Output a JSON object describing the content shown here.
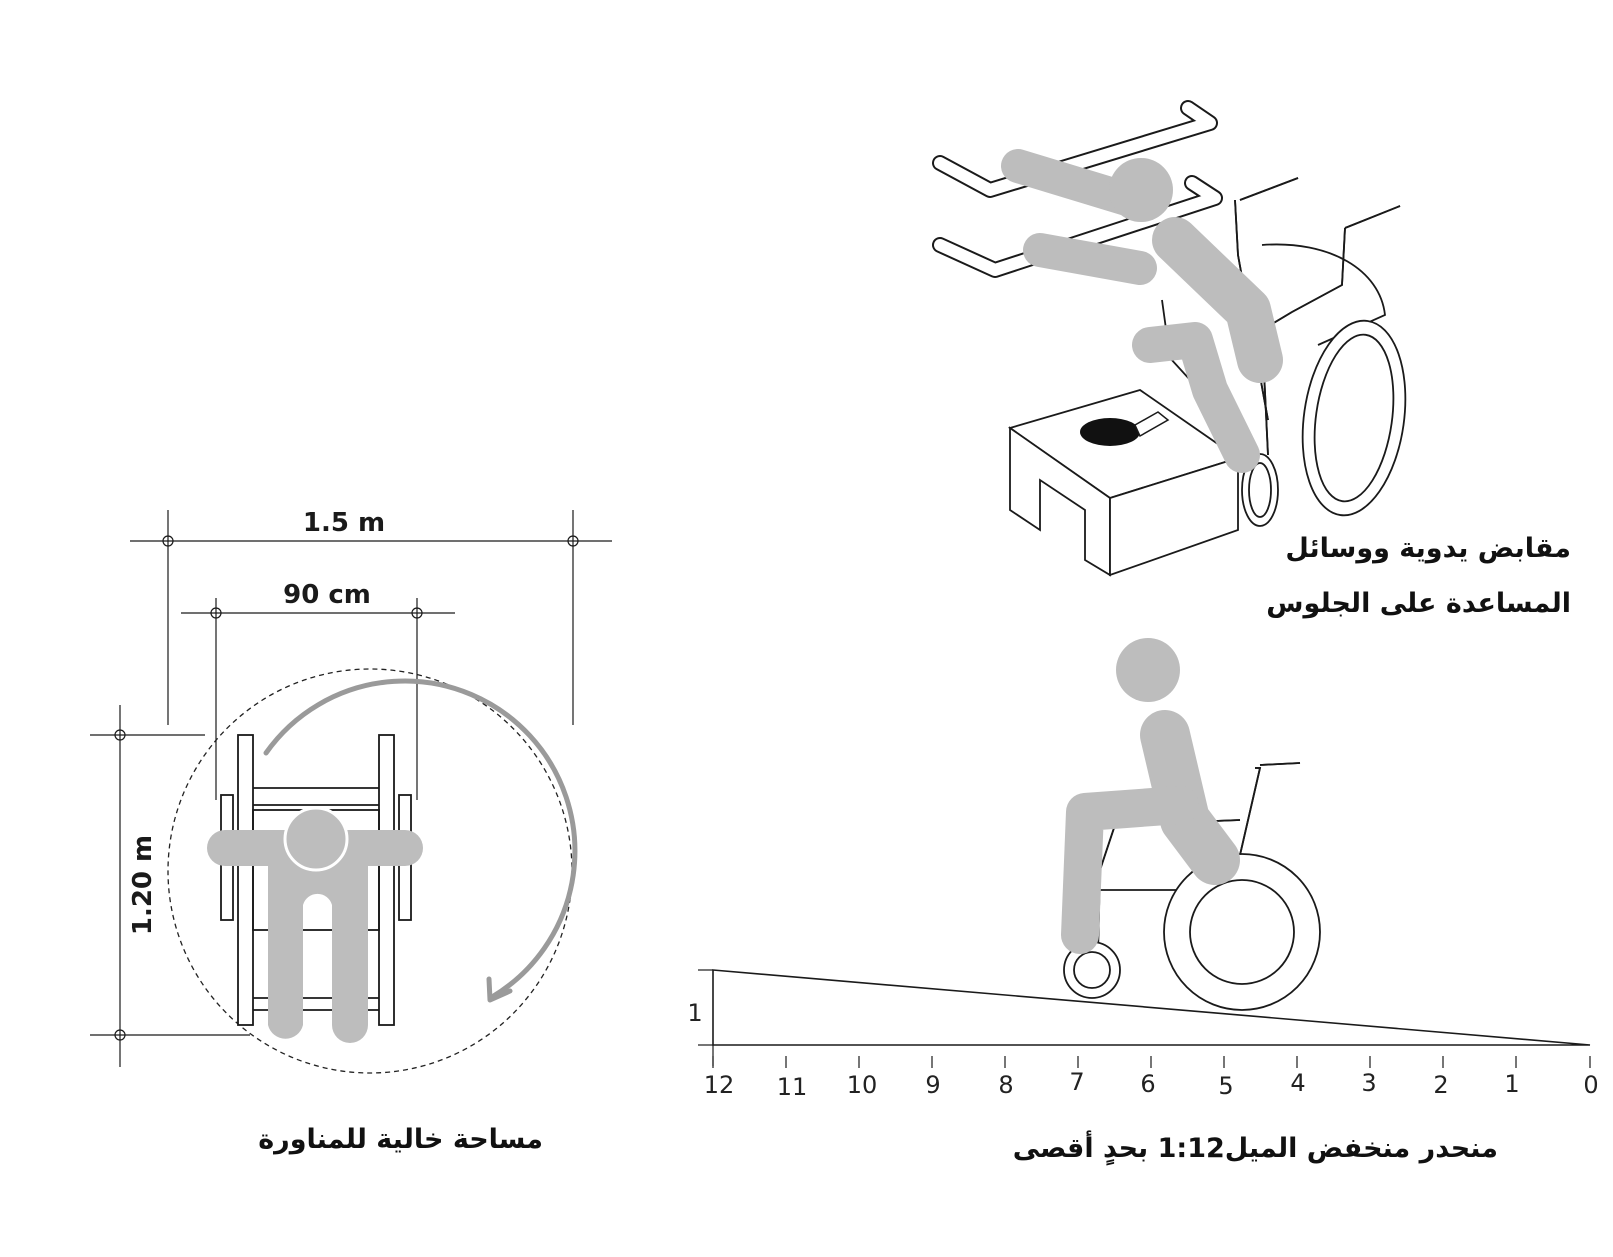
{
  "turning_space": {
    "width_outer_label": "1.5 m",
    "width_inner_label": "90 cm",
    "depth_label": "1.20 m",
    "caption": "مساحة خالية للمناورة"
  },
  "grab_bars": {
    "caption_line1": "مقابض يدوية  ووسائل",
    "caption_line2": "المساعدة على الجلوس"
  },
  "ramp": {
    "rise_label": "1",
    "run_ticks": [
      "12",
      "11",
      "10",
      "9",
      "8",
      "7",
      "6",
      "5",
      "4",
      "3",
      "2",
      "1",
      "0"
    ],
    "caption": "منحدر منخفض الميل1:12 بحدٍ أقصى"
  },
  "colors": {
    "figure_gray": "#bdbdbd",
    "line_black": "#1a1a1a",
    "arrow_gray": "#9a9a9a"
  }
}
